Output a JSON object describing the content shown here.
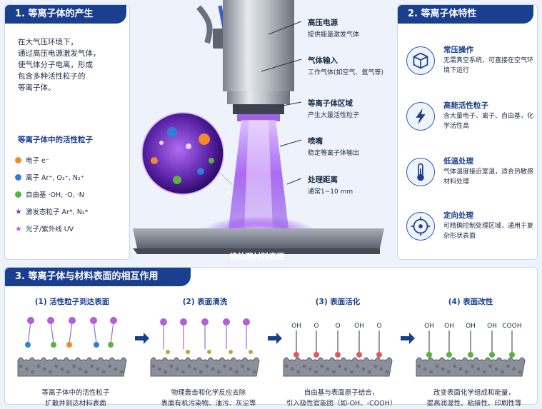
{
  "section1": {
    "title": "1. 等离子体的产生",
    "intro": [
      "在大气压环境下，",
      "通过高压电源激发气体，",
      "使气体分子电离，形成",
      "包含多种活性粒子的",
      "等离子体。"
    ],
    "particles_title": "等离子体中的活性粒子",
    "particles": [
      {
        "label": "电子 e⁻",
        "color": "#f28a2e",
        "shape": "dot"
      },
      {
        "label": "离子  Ar⁺, O₂⁺, N₂⁺",
        "color": "#2f7fd8",
        "shape": "dot"
      },
      {
        "label": "自由基  ·OH, ·O, ·N",
        "color": "#58b33a",
        "shape": "dot"
      },
      {
        "label": "激发态粒子  Ar*, N₂*",
        "color": "#7a3fb8",
        "shape": "star"
      },
      {
        "label": "光子/紫外线  UV",
        "color": "#b060d8",
        "shape": "star"
      }
    ]
  },
  "center": {
    "surface_label": "待处理材料表面",
    "callouts": [
      {
        "title": "高压电源",
        "desc": "提供能量激发气体"
      },
      {
        "title": "气体输入",
        "desc": "工作气体(如空气、氩气等)"
      },
      {
        "title": "等离子体区域",
        "desc": "产生大量活性粒子"
      },
      {
        "title": "喷嘴",
        "desc": "稳定等离子体输出"
      },
      {
        "title": "处理距离",
        "desc": "通常1~10 mm"
      }
    ]
  },
  "section2": {
    "title": "2. 等离子体特性",
    "features": [
      {
        "title": "常压操作",
        "desc": "无需真空系统，可直接在空气环境下运行",
        "icon": "cube-icon"
      },
      {
        "title": "高能活性粒子",
        "desc": "含大量电子、离子、自由基，化学活性高",
        "icon": "lightning-icon"
      },
      {
        "title": "低温处理",
        "desc": "气体温度接近室温，适合热敏感材料处理",
        "icon": "thermometer-icon"
      },
      {
        "title": "定向处理",
        "desc": "可精确控制处理区域，通用于复杂形状表面",
        "icon": "target-icon"
      }
    ]
  },
  "section3": {
    "title": "3. 等离子体与材料表面的相互作用",
    "steps": [
      {
        "title": "(1) 活性粒子到达表面",
        "desc": [
          "等离子体中的活性粒子",
          "扩散并到达材料表面"
        ]
      },
      {
        "title": "(2) 表面清洗",
        "desc": [
          "物理轰击和化学反应去除",
          "表面有机污染物、油污、灰尘等"
        ]
      },
      {
        "title": "(3) 表面活化",
        "desc": [
          "自由基与表面原子结合，",
          "引入极性官能团（如-OH、-COOH）"
        ]
      },
      {
        "title": "(4) 表面改性",
        "desc": [
          "改变表面化学组成和能量，",
          "提高润湿性、粘接性、印刷性等"
        ]
      }
    ],
    "groups3": [
      "OH",
      "O",
      "O",
      "OH",
      "O"
    ],
    "groups4": [
      "OH",
      "OH",
      "OH",
      "OH",
      "COOH"
    ]
  },
  "colors": {
    "primary": "#1a3f8f",
    "plasma": "#8a3fe0",
    "background": "#eef3fb"
  }
}
